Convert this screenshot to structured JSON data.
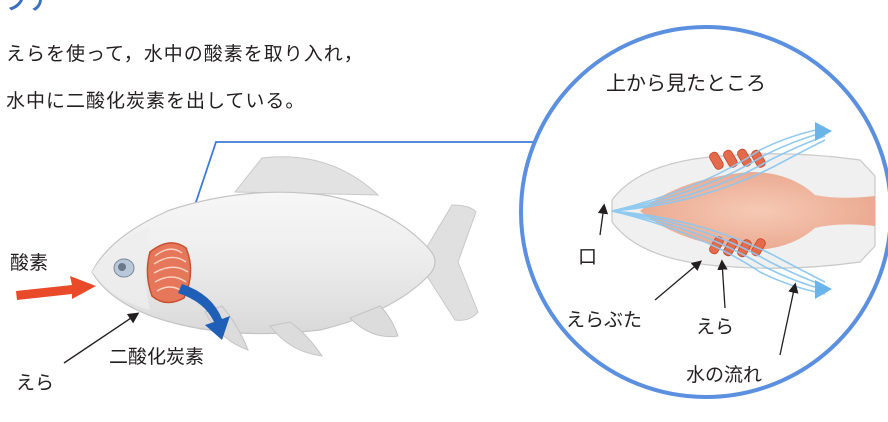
{
  "title": "フナ",
  "description": {
    "line1": "えらを使って，水中の酸素を取り入れ，",
    "line2": "水中に二酸化炭素を出している。"
  },
  "fish_labels": {
    "oxygen": "酸素",
    "carbon_dioxide": "二酸化炭素",
    "gills": "えら"
  },
  "closeup": {
    "heading": "上から見たところ",
    "mouth": "口",
    "gill_cover": "えらぶた",
    "gills": "えら",
    "water_flow": "水の流れ"
  },
  "colors": {
    "title": "#3a6fc4",
    "circle_outline": "#5b8fe0",
    "oxygen_arrow": "#e84a2a",
    "co2_arrow": "#1f5fb8",
    "gill": "#e36a4a",
    "water_flow": "#8cc8f0"
  }
}
